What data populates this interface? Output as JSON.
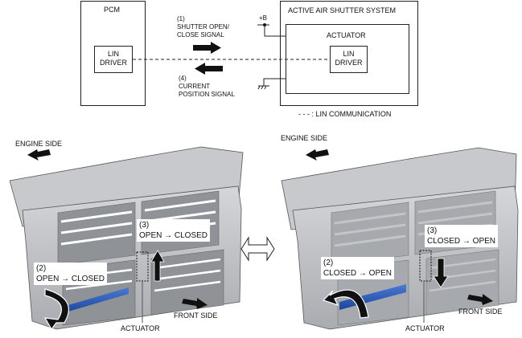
{
  "block_diagram": {
    "pcm_title": "PCM",
    "pcm_driver_line1": "LIN",
    "pcm_driver_line2": "DRIVER",
    "signal1_num": "(1)",
    "signal1_line1": "SHUTTER OPEN/",
    "signal1_line2": "CLOSE SIGNAL",
    "signal4_num": "(4)",
    "signal4_line1": "CURRENT",
    "signal4_line2": "POSITION SIGNAL",
    "power_label": "+B",
    "system_title": "ACTIVE AIR SHUTTER SYSTEM",
    "actuator_title": "ACTUATOR",
    "act_driver_line1": "LIN",
    "act_driver_line2": "DRIVER",
    "legend": "- - - : LIN COMMUNICATION"
  },
  "left_view": {
    "engine_side": "ENGINE SIDE",
    "front_side": "FRONT SIDE",
    "actuator": "ACTUATOR",
    "step2_num": "(2)",
    "step2_text": "OPEN → CLOSED",
    "step3_num": "(3)",
    "step3_text": "OPEN → CLOSED"
  },
  "right_view": {
    "engine_side": "ENGINE SIDE",
    "front_side": "FRONT SIDE",
    "actuator": "ACTUATOR",
    "step2_num": "(2)",
    "step2_text": "CLOSED → OPEN",
    "step3_num": "(3)",
    "step3_text": "CLOSED → OPEN"
  },
  "colors": {
    "blade_accent": "#2a5cb8",
    "frame_gray": "#b9bcc0"
  }
}
